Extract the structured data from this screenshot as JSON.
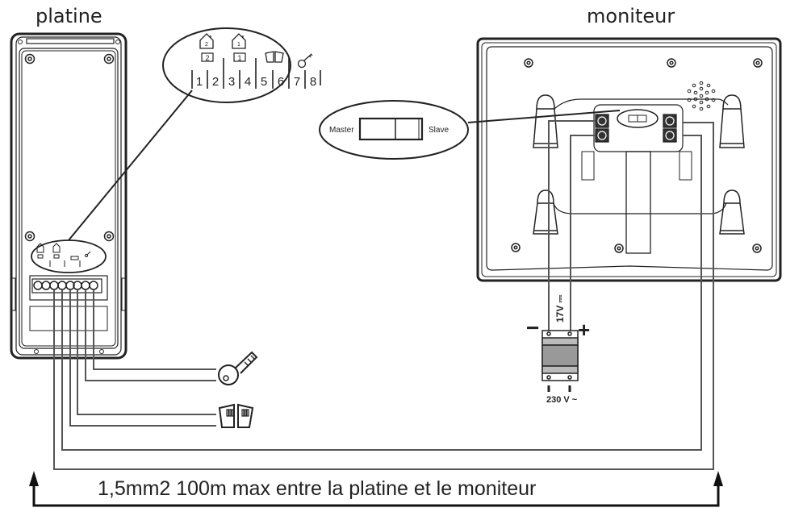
{
  "titles": {
    "door_station": "platine",
    "monitor": "moniteur"
  },
  "terminal_callout": {
    "house_2_number": "2",
    "house_1_number": "1",
    "terminals": [
      "1",
      "2",
      "3",
      "4",
      "5",
      "6",
      "7",
      "8"
    ]
  },
  "switch_callout": {
    "left_label": "Master",
    "right_label": "Slave"
  },
  "power_supply": {
    "output_label": "17V ⎓",
    "minus": "−",
    "plus": "+",
    "input_label": "230 V ~"
  },
  "cable_note": "1,5mm2  100m max entre la platine et le moniteur",
  "icons": {
    "lock": "key-icon",
    "gate": "gate-icon",
    "house": "house-icon"
  },
  "colors": {
    "line": "#222222",
    "wire": "#555555",
    "transformer_body": "#999999"
  }
}
